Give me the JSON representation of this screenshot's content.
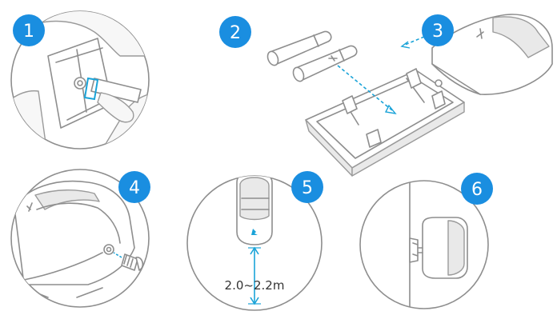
{
  "steps": [
    {
      "number": "1"
    },
    {
      "number": "2"
    },
    {
      "number": "3"
    },
    {
      "number": "4"
    },
    {
      "number": "5"
    },
    {
      "number": "6"
    }
  ],
  "mounting": {
    "height_label": "2.0~2.2m"
  },
  "colors": {
    "badge": "#1a8ee0",
    "accent": "#1aa3d8",
    "line": "#8e8e8e"
  }
}
